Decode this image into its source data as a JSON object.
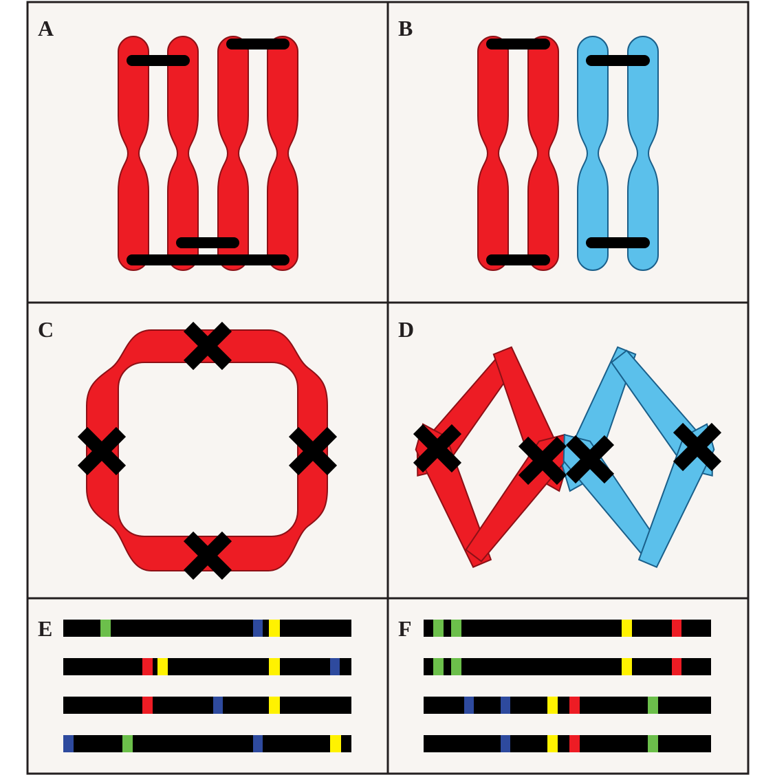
{
  "panels": [
    {
      "id": "A",
      "label": "A"
    },
    {
      "id": "B",
      "label": "B"
    },
    {
      "id": "C",
      "label": "C"
    },
    {
      "id": "D",
      "label": "D"
    },
    {
      "id": "E",
      "label": "E"
    },
    {
      "id": "F",
      "label": "F"
    }
  ],
  "colors": {
    "background": "#f8f5f2",
    "border": "#231f20",
    "red": "#ed1c24",
    "red_outline": "#8c1016",
    "blue": "#5bc0eb",
    "blue_outline": "#1a5f8a",
    "black": "#000000",
    "green": "#6cbf4b",
    "navy": "#2e4a9e",
    "yellow": "#fff200"
  },
  "marker_panels": {
    "E": [
      [
        "green",
        "navy",
        "yellow"
      ],
      [
        "red",
        "yellow",
        "yellow",
        "navy"
      ],
      [
        "red",
        "navy",
        "yellow"
      ],
      [
        "navy",
        "green",
        "navy",
        "yellow"
      ]
    ],
    "F": [
      [
        "green",
        "green",
        "yellow",
        "red"
      ],
      [
        "green",
        "green",
        "yellow",
        "red"
      ],
      [
        "navy",
        "navy",
        "yellow",
        "red",
        "green"
      ],
      [
        "navy",
        "yellow",
        "red",
        "green"
      ]
    ]
  }
}
